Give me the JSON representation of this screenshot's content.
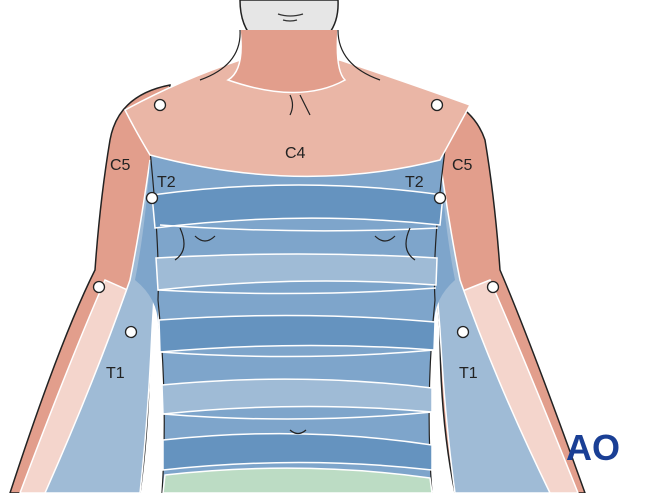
{
  "labels": {
    "c4": "C4",
    "c5_left": "C5",
    "c5_right": "C5",
    "t2_left": "T2",
    "t2_right": "T2",
    "t1_left": "T1",
    "t1_right": "T1"
  },
  "logo": "AO",
  "colors": {
    "c4": "#eab6a6",
    "c5": "#e29e8c",
    "t1": "#f4d5cc",
    "blue_dark": "#6593bf",
    "blue_mid": "#7ea5cb",
    "blue_light": "#9fbbd6",
    "skin_face": "#e6e6e6",
    "green": "#bcdcc4",
    "logo": "#1a3f95"
  }
}
